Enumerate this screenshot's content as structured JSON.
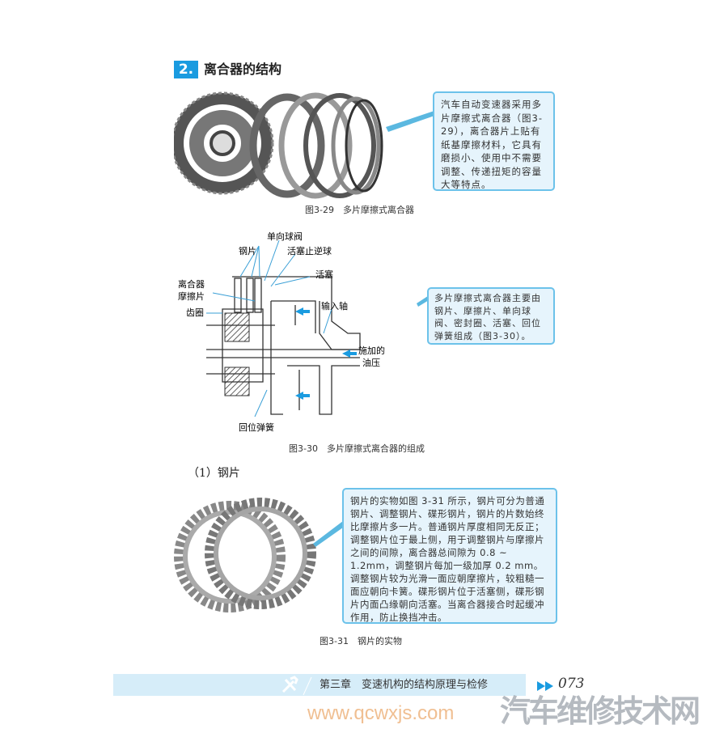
{
  "section": {
    "number": "2.",
    "title": "离合器的结构"
  },
  "figure_29": {
    "caption": "图3-29　多片摩擦式离合器",
    "callout": "汽车自动变速器采用多片摩擦式离合器（图3-29），离合器片上贴有纸基摩擦材料，它具有磨损小、使用中不需要调整、传递扭矩的容量大等特点。"
  },
  "figure_30": {
    "caption": "图3-30　多片摩擦式离合器的组成",
    "labels": {
      "check_ball_valve": "单向球阀",
      "steel_plates": "钢片",
      "piston_check_ball": "活塞止逆球",
      "piston": "活塞",
      "clutch": "离合器",
      "friction_plates": "摩擦片",
      "ring_gear": "齿圈",
      "input_shaft": "输入轴",
      "applied_oil_1": "施加的",
      "applied_oil_2": "油压",
      "return_spring": "回位弹簧"
    },
    "callout": "多片摩擦式离合器主要由钢片、摩擦片、单向球阀、密封圈、活塞、回位弹簧组成（图3-30）。"
  },
  "subsection": "（1）钢片",
  "figure_31": {
    "caption": "图3-31　钢片的实物",
    "callout": "钢片的实物如图 3-31 所示，钢片可分为普通钢片、调整钢片、碟形钢片，钢片的片数始终比摩擦片多一片。普通钢片厚度相同无反正；调整钢片位于最上侧，用于调整钢片与摩擦片之间的间隙，离合器总间隙为 0.8 ~ 1.2mm，调整钢片每加一级加厚 0.2 mm。调整钢片较为光滑一面应朝摩擦片，较粗糙一面应朝向卡簧。碟形钢片位于活塞侧，碟形钢片内面凸缘朝向活塞。当离合器接合时起缓冲作用，防止换挡冲击。"
  },
  "footer": {
    "chapter": "第三章　变速机构的结构原理与检修",
    "page": "073",
    "icon": "tools-icon"
  },
  "watermark": {
    "name": "汽车维修技术网",
    "url": "www.qcwxjs.com"
  },
  "colors": {
    "accent": "#1a9be0",
    "callout_border": "#6cc2ea",
    "callout_fill": "#e6f4fc",
    "footer_band": "#d6edf9"
  }
}
